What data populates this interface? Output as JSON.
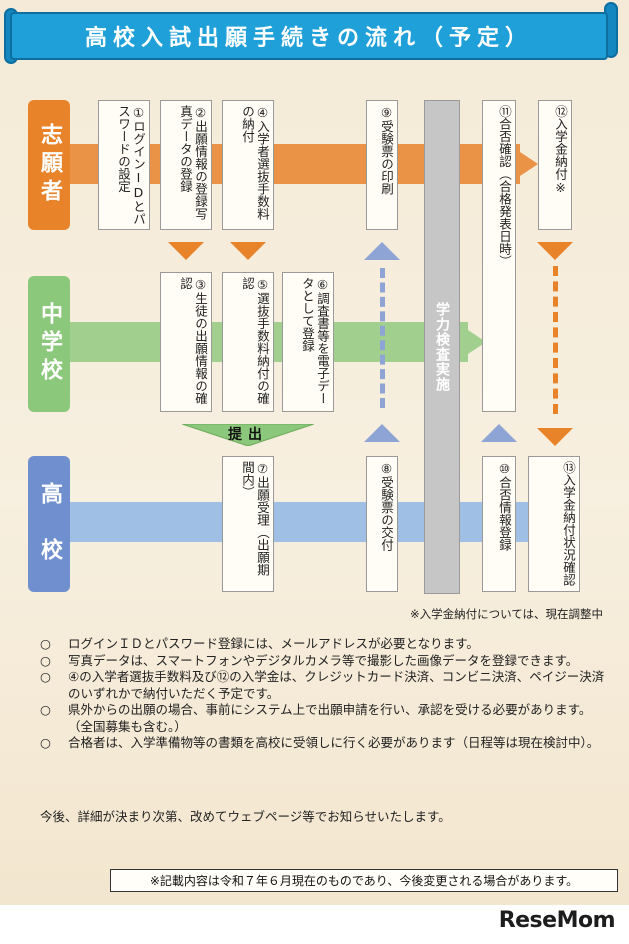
{
  "title": "高校入試出願手続きの流れ（予定）",
  "roles": {
    "applicant": "志願者",
    "middle_school": "中学校",
    "high_school": "高　校"
  },
  "colors": {
    "applicant": "#e8832a",
    "middle_school": "#8cc87b",
    "high_school": "#6f8fcf",
    "banner": "#1fa0d8"
  },
  "steps": {
    "s1": "①ログインIDとパスワードの設定",
    "s2": "②出願情報の登録写真データの登録",
    "s4": "④入学者選抜手数料の納付",
    "s9": "⑨受験票の印刷",
    "s11": "⑪合否確認（合格発表日時）",
    "s12": "⑫入学金納付※",
    "s3": "③生徒の出願情報の確認",
    "s5": "⑤選抜手数料納付の確認",
    "s6": "⑥調査書等を電子データとして登録",
    "s7": "⑦出願受理（出願期間内）",
    "s8": "⑧受験票の交付",
    "s10": "⑩合否情報登録",
    "s13": "⑬入学金納付状況確認"
  },
  "exam": "学力検査実施",
  "submit": "提出",
  "note_right": "※入学金納付については、現在調整中",
  "notes": [
    {
      "mark": "○",
      "text": "ログインＩＤとパスワード登録には、メールアドレスが必要となります。"
    },
    {
      "mark": "○",
      "text": "写真データは、スマートフォンやデジタルカメラ等で撮影した画像データを登録できます。"
    },
    {
      "mark": "○",
      "text": "④の入学者選抜手数料及び⑫の入学金は、クレジットカード決済、コンビニ決済、ペイジー決済のいずれかで納付いただく予定です。"
    },
    {
      "mark": "○",
      "text": "県外からの出願の場合、事前にシステム上で出願申請を行い、承認を受ける必要があります。（全国募集も含む。）"
    },
    {
      "mark": "○",
      "text": "合格者は、入学準備物等の書類を高校に受領しに行く必要があります（日程等は現在検討中）。"
    }
  ],
  "closing": "今後、詳細が決まり次第、改めてウェブページ等でお知らせいたします。",
  "disclaimer": "※記載内容は令和７年６月現在のものであり、今後変更される場合があります。",
  "brand": "ReseMom"
}
